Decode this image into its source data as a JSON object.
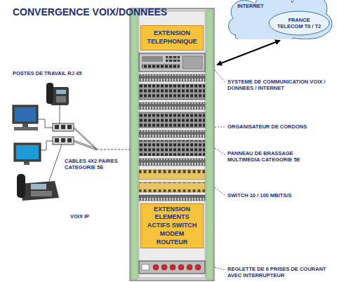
{
  "diagram": {
    "title": "CONVERGENCE VOIX/DONNEES",
    "nodes": [
      {
        "text": [
          "INTERNET"
        ]
      },
      {
        "text": [
          "FRANCE TELECOM T0 / T2"
        ],
        "in": 0
      },
      {
        "text": [
          "EXTENSION TELEPHONIQUE"
        ]
      },
      {
        "text": [
          "EXTENSION ELEMENTS ACTIFS SWITCH MODEM ROUTEUR"
        ]
      }
    ],
    "labels": [
      "POSTES DE TRAVAIL RJ 45",
      "CABLES 4X2 PAIRES CATEGORIE 5E",
      "VOIX IP",
      "SYSTEME DE COMMUNICATION VOIX / DONNEES / INTERNET",
      "ORGANISATEUR DE CORDONS",
      "PANNEAU DE BRASSAGE MULTIMEDIA CATEGORIE 5E",
      "SWITCH 10 / 100 MBITS/S",
      "REGLETTE DE 6 PRISES DE COURANT AVEC INTERRUPTEUR"
    ]
  }
}
